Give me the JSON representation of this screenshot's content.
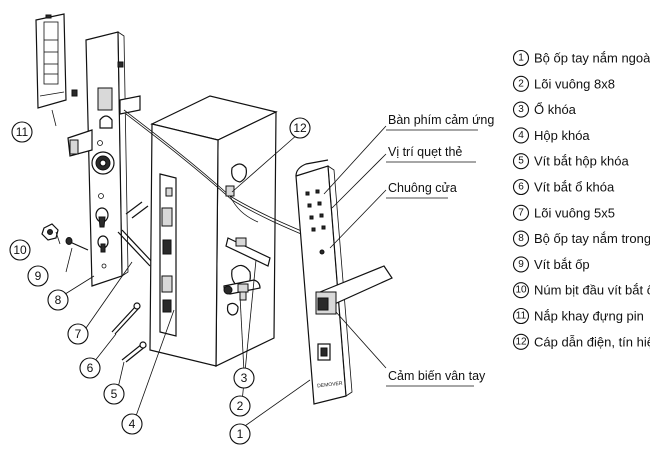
{
  "legend": [
    {
      "num": "1",
      "label": "Bộ ốp tay nắm ngoài"
    },
    {
      "num": "2",
      "label": "Lõi vuông 8x8"
    },
    {
      "num": "3",
      "label": "Ổ khóa"
    },
    {
      "num": "4",
      "label": "Hộp khóa"
    },
    {
      "num": "5",
      "label": "Vít bắt hộp khóa"
    },
    {
      "num": "6",
      "label": "Vít bắt ổ khóa"
    },
    {
      "num": "7",
      "label": "Lõi vuông 5x5"
    },
    {
      "num": "8",
      "label": "Bộ ốp tay nắm trong"
    },
    {
      "num": "9",
      "label": "Vít bắt ốp"
    },
    {
      "num": "10",
      "label": "Núm bịt đầu vít bắt ốp"
    },
    {
      "num": "11",
      "label": "Nắp khay đựng pin"
    },
    {
      "num": "12",
      "label": "Cáp dẫn điện, tín hiệu"
    }
  ],
  "callouts": {
    "touch_keypad": "Bàn phím cảm ứng",
    "card_swipe": "Vị trí quẹt thẻ",
    "doorbell": "Chuông cửa",
    "fingerprint": "Cảm biến vân tay"
  },
  "brand": "DEMOVER",
  "numbers": {
    "n1": "1",
    "n2": "2",
    "n3": "3",
    "n4": "4",
    "n5": "5",
    "n6": "6",
    "n7": "7",
    "n8": "8",
    "n9": "9",
    "n10": "10",
    "n11": "11",
    "n12": "12"
  }
}
